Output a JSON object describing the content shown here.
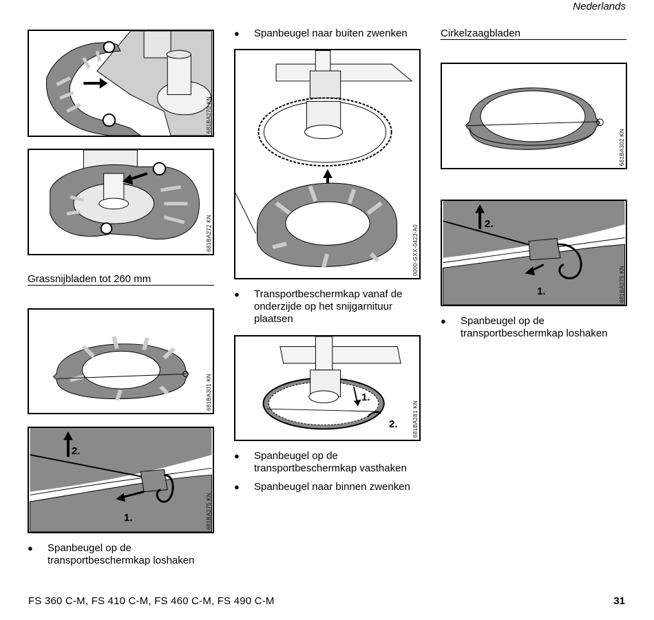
{
  "header": {
    "language": "Nederlands"
  },
  "col1": {
    "fig1_code": "681BA270 KN",
    "fig2_code": "681BA272 KN",
    "heading": "Grassnijbladen tot 260 mm",
    "fig3_code": "681BA301 KN",
    "fig4_code": "681BA275 KN",
    "fig4_step1": "1.",
    "fig4_step2": "2.",
    "bullet1": "Spanbeugel op de transportbeschermkap loshaken"
  },
  "col2": {
    "bullet_top": "Spanbeugel naar buiten zwenken",
    "fig1_code": "0000-GXX-0423-A0",
    "bullet_mid": "Transportbeschermkap vanaf de onderzijde op het snijgarnituur plaatsen",
    "fig2_code": "681BA281 KN",
    "fig2_step1": "1.",
    "fig2_step2": "2.",
    "bullet_b1": "Spanbeugel op de transportbeschermkap vasthaken",
    "bullet_b2": "Spanbeugel naar binnen zwenken"
  },
  "col3": {
    "heading": "Cirkelzaagbladen",
    "fig1_code": "681BA302 KN",
    "fig2_code": "681BA275 KN",
    "fig2_step1": "1.",
    "fig2_step2": "2.",
    "bullet1": "Spanbeugel op de transportbeschermkap loshaken"
  },
  "bullet_symbol": "●",
  "footer": {
    "models": "FS 360 C-M, FS 410 C-M, FS 460 C-M, FS 490 C-M",
    "page_number": "31"
  }
}
